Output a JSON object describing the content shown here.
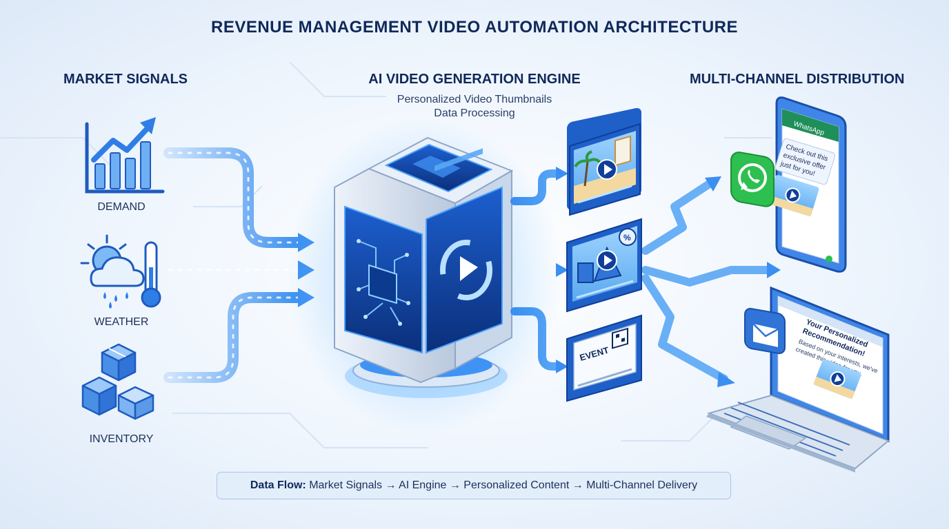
{
  "title": "REVENUE MANAGEMENT VIDEO AUTOMATION ARCHITECTURE",
  "columns": {
    "left": "MARKET SIGNALS",
    "middle": "AI VIDEO GENERATION ENGINE",
    "middle_sub1": "Personalized Video Thumbnails",
    "middle_sub2": "Data Processing",
    "right": "MULTI-CHANNEL DISTRIBUTION"
  },
  "signals": {
    "demand": "DEMAND",
    "weather": "WEATHER",
    "inventory": "INVENTORY"
  },
  "thumbnails": {
    "event_label": "EVENT"
  },
  "phone": {
    "app_name": "WhatsApp",
    "message": [
      "Check out this",
      "exclusive offer",
      "just for you!"
    ]
  },
  "laptop": {
    "email_heading": [
      "Your Personalized",
      "Recommendation!"
    ],
    "email_body": [
      "Based on your interests, we've",
      "created this video for you."
    ]
  },
  "flow": {
    "prefix": "Data Flow:",
    "text": "Market Signals → AI Engine → Personalized Content → Multi-Channel Delivery"
  },
  "colors": {
    "navy": "#10285a",
    "accent": "#2f80ed",
    "light_accent": "#8cc0f5",
    "whatsapp_green": "#2dbf4f"
  }
}
